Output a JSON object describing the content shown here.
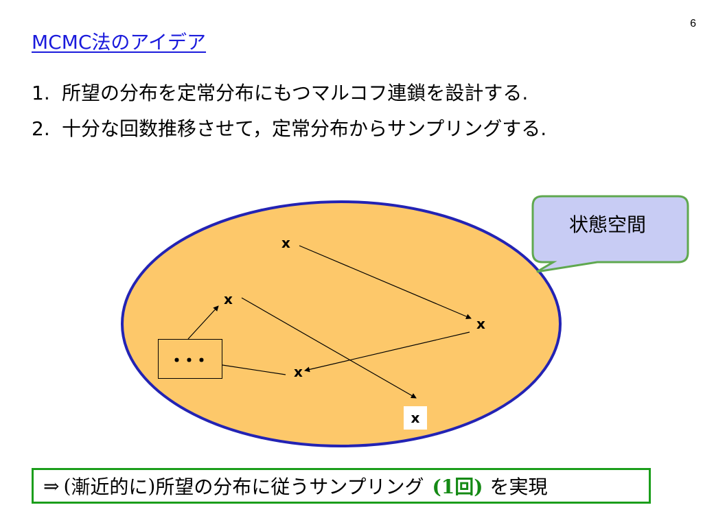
{
  "slide": {
    "page_number": "6",
    "title": "MCMC法のアイデア"
  },
  "steps": [
    {
      "number": "1.",
      "text": "所望の分布を定常分布にもつマルコフ連鎖を設計する."
    },
    {
      "number": "2.",
      "text": "十分な回数推移させて，定常分布からサンプリングする."
    }
  ],
  "diagram": {
    "callout_label": "状態空間",
    "node_mark": "x",
    "ellipsis": "･･･",
    "colors": {
      "region_fill": "#fdc86a",
      "region_stroke": "#2323b4",
      "callout_fill": "#c8ccf4",
      "callout_stroke": "#5fa84f",
      "result_border": "#1b9e1b",
      "highlight_green": "#158a15"
    }
  },
  "result": {
    "arrow": "⇒",
    "open_paren": "(",
    "asymptotic": "漸近的に",
    "close_paren": ")",
    "main": "所望の分布に従うサンプリング",
    "count": "(1回)",
    "tail": "を実現"
  }
}
